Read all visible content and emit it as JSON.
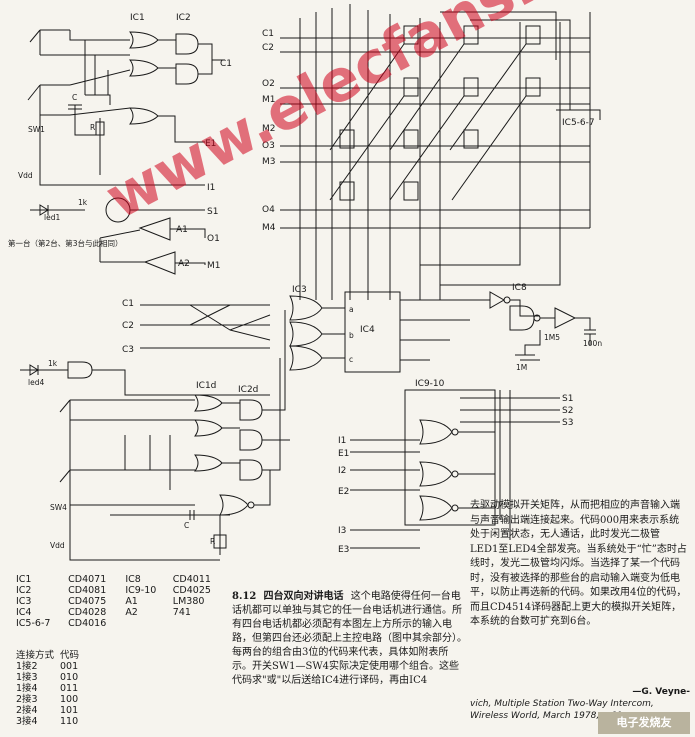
{
  "circuit_labels": {
    "ic1": "IC1",
    "ic2": "IC2",
    "ic3": "IC3",
    "ic4": "IC4",
    "ic567": "IC5-6-7",
    "ic8": "IC8",
    "ic910": "IC9-10",
    "ic1d": "IC1d",
    "ic2d": "IC2d",
    "c1": "C1",
    "c2": "C2",
    "c3": "C3",
    "o2": "O2",
    "m1": "M1",
    "m2": "M2",
    "o3": "O3",
    "m3": "M3",
    "o4": "O4",
    "m4": "M4",
    "e1": "E1",
    "e2": "E2",
    "e3": "E3",
    "i1": "I1",
    "i2": "I2",
    "i3": "I3",
    "s1": "S1",
    "s2": "S2",
    "s3": "S3",
    "o1": "O1",
    "m1b": "M1",
    "a1": "A1",
    "a2": "A2",
    "sw1": "SW1",
    "sw4": "SW4",
    "vdd": "Vdd",
    "c": "C",
    "r": "R",
    "r1k": "1k",
    "r1m": "1M",
    "r1m5": "1M5",
    "c100n": "100n",
    "led1": "led1",
    "led4": "led4",
    "a": "a",
    "b": "b",
    "c_pin": "c",
    "station_note": "第一台（第2台、第3台与此相同）"
  },
  "watermark": "www.elecfans.com",
  "parts_table": [
    [
      "IC1",
      "CD4071",
      "IC8",
      "CD4011"
    ],
    [
      "IC2",
      "CD4081",
      "IC9-10",
      "CD4025"
    ],
    [
      "IC3",
      "CD4075",
      "A1",
      "LM380"
    ],
    [
      "IC4",
      "CD4028",
      "A2",
      "741"
    ],
    [
      "IC5-6-7",
      "CD4016",
      "",
      ""
    ]
  ],
  "codes": {
    "header_mode": "连接方式",
    "header_code": "代码",
    "rows": [
      [
        "1接2",
        "001"
      ],
      [
        "1接3",
        "010"
      ],
      [
        "1接4",
        "011"
      ],
      [
        "2接3",
        "100"
      ],
      [
        "2接4",
        "101"
      ],
      [
        "3接4",
        "110"
      ]
    ]
  },
  "caption": {
    "fig": "8.12",
    "title": "四台双向对讲电话",
    "body": "这个电路使得任何一台电话机都可以单独与其它的任一台电话机进行通信。所有四台电话机都必须配有本图左上方所示的输入电路，但第四台还必须配上主控电路（图中其余部分）。每两台的组合由3位的代码来代表，具体如附表所示。开关SW1—SW4实际决定使用哪个组合。这些代码求\"或\"以后送给IC4进行译码，再由IC4"
  },
  "right_text": "去驱动模拟开关矩阵，从而把相应的声音输入端与声音输出端连接起来。代码000用来表示系统处于闲置状态，无人通话，此时发光二极管LED1至LED4全部发亮。当系统处于“忙”态时占线时，发光二极管均闪烁。当选择了某一个代码时，没有被选择的那些台的启动输入端变为低电平，以防止再选新的代码。如果改用4位的代码，而且CD4514译码器配上更大的模拟开关矩阵，本系统的台数可扩充到6台。",
  "credit": {
    "author": "—G. Veyne-",
    "text": "vich, Multiple Station Two-Way Intercom, Wireless World, March 1978, p.60."
  },
  "stamp": "电子发烧友"
}
